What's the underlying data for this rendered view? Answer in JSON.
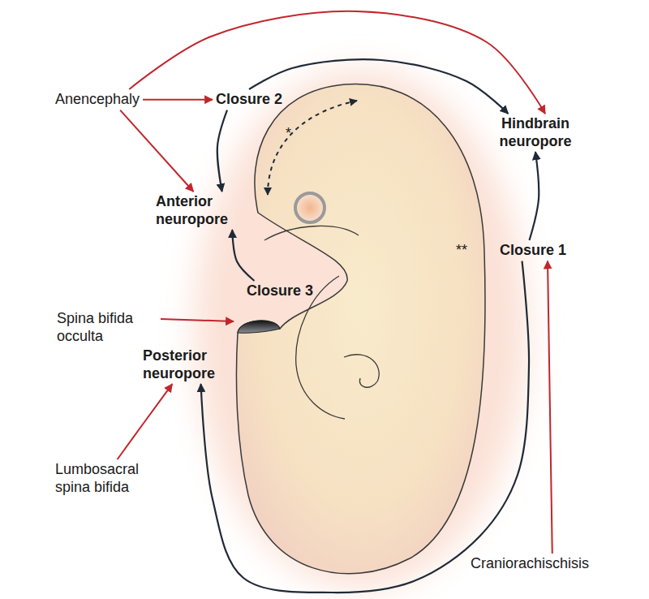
{
  "diagram": {
    "nodes": [
      {
        "text": [
          "Anencephaly"
        ]
      },
      {
        "text": [
          "Closure 2"
        ]
      },
      {
        "text": [
          "Hindbrain neuropore"
        ]
      },
      {
        "text": [
          "Anterior neuropore"
        ]
      },
      {
        "text": [
          "Closure 1"
        ]
      },
      {
        "text": [
          "Closure 3"
        ]
      },
      {
        "text": [
          "Posterior neuropore"
        ]
      },
      {
        "text": [
          "Lumbosacral spina bifida"
        ]
      },
      {
        "text": [
          "Craniorachischisis"
        ]
      }
    ],
    "edges": [
      {
        "from": 0,
        "to": 1,
        "arrow": "to"
      },
      {
        "from": 0,
        "to": 3,
        "arrow": "to"
      },
      {
        "from": 0,
        "to": 2,
        "arrow": "to"
      },
      {
        "from": 1,
        "to": 2,
        "arrow": "to"
      },
      {
        "from": 1,
        "to": 3,
        "arrow": "to"
      },
      {
        "from": 4,
        "to": 2,
        "arrow": "to"
      },
      {
        "from": 4,
        "to": 6,
        "arrow": "to"
      },
      {
        "from": 5,
        "to": 3,
        "arrow": "to"
      },
      {
        "from": 8,
        "to": 4,
        "arrow": "to"
      },
      {
        "from": 7,
        "to": 6,
        "arrow": "to"
      }
    ],
    "labels": [
      "*",
      "**",
      "Spina bifida occulta"
    ]
  }
}
